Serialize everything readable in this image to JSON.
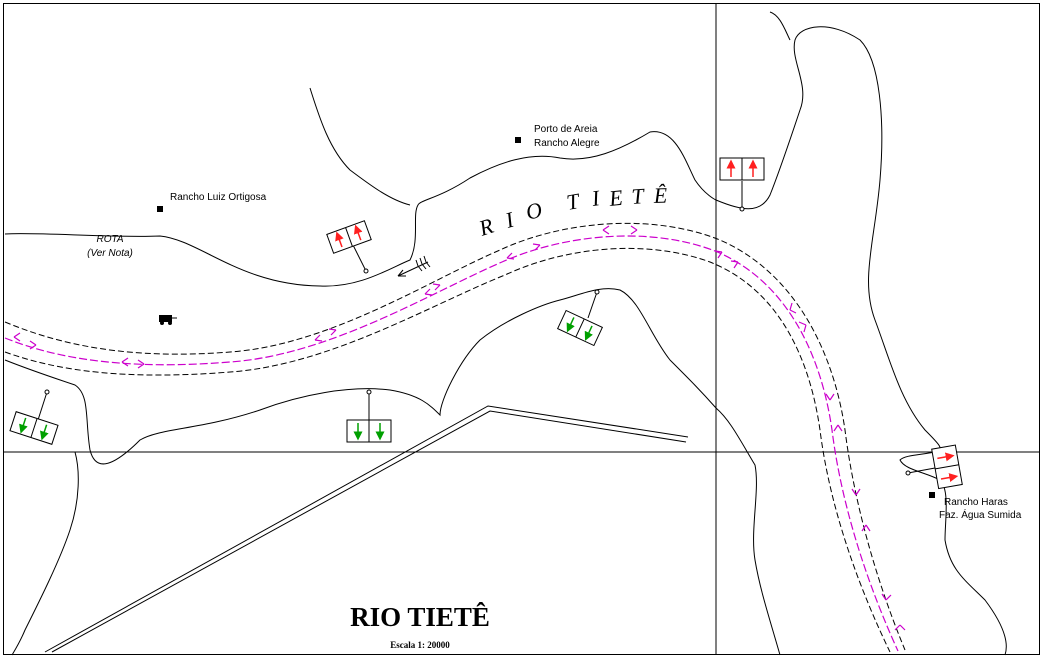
{
  "map": {
    "title": "RIO TIETÊ",
    "scale": "Escala 1: 20000",
    "river_label": "RIO  TIETÊ",
    "river_letters": [
      "R",
      "I",
      "O",
      "T",
      "I",
      "E",
      "T",
      "Ê"
    ],
    "route_label": "ROTA",
    "route_note": "(Ver Nota)",
    "places": [
      {
        "name": "Rancho Luiz Ortigosa"
      },
      {
        "name": "Porto de Areia",
        "line2": "Rancho Alegre"
      },
      {
        "name": "Rancho Haras",
        "line2": "Faz. Água Sumida"
      }
    ],
    "colors": {
      "route": "#cc00cc",
      "arrow_red": "#ff2020",
      "arrow_green": "#00a000",
      "line": "#000000"
    },
    "icons": [
      "buoy-sign-icon",
      "vehicle-icon",
      "north-arrow-icon",
      "place-marker-icon"
    ]
  }
}
